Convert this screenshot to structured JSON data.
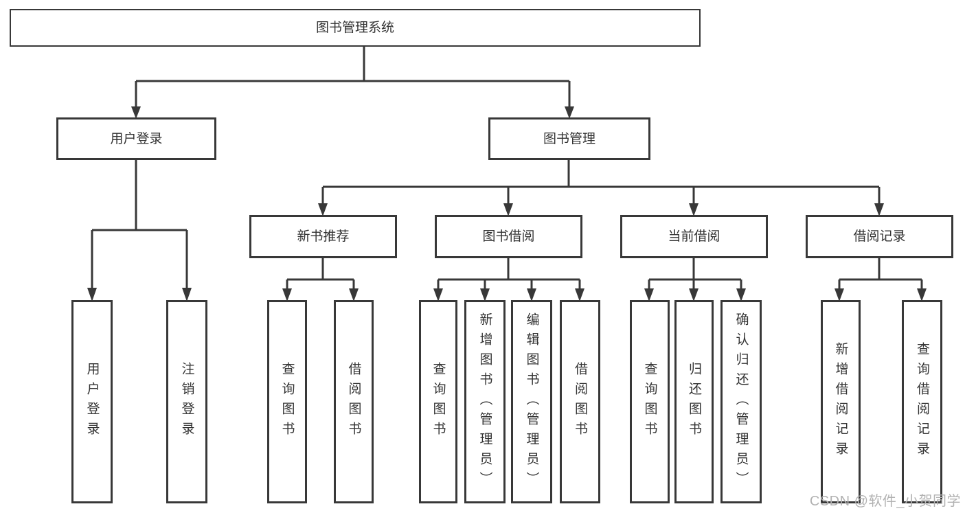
{
  "diagram_title": "图书管理系统",
  "nodes": [
    {
      "id": "root",
      "label": "图书管理系统"
    },
    {
      "id": "user-login",
      "label": "用户登录"
    },
    {
      "id": "book-management",
      "label": "图书管理"
    },
    {
      "id": "new-book-recommend",
      "label": "新书推荐"
    },
    {
      "id": "book-borrow",
      "label": "图书借阅"
    },
    {
      "id": "current-borrow",
      "label": "当前借阅"
    },
    {
      "id": "borrow-records",
      "label": "借阅记录"
    },
    {
      "id": "leaf-user-login",
      "label": "用户登录"
    },
    {
      "id": "leaf-logout",
      "label": "注销登录"
    },
    {
      "id": "leaf-query-books-1",
      "label": "查询图书"
    },
    {
      "id": "leaf-borrow-books-1",
      "label": "借阅图书"
    },
    {
      "id": "leaf-query-books-2",
      "label": "查询图书"
    },
    {
      "id": "leaf-add-book-admin",
      "label": "新增图书（管理员）"
    },
    {
      "id": "leaf-edit-book-admin",
      "label": "编辑图书（管理员）"
    },
    {
      "id": "leaf-borrow-books-2",
      "label": "借阅图书"
    },
    {
      "id": "leaf-query-books-3",
      "label": "查询图书"
    },
    {
      "id": "leaf-return-book",
      "label": "归还图书"
    },
    {
      "id": "leaf-confirm-return-admin",
      "label": "确认归还（管理员）"
    },
    {
      "id": "leaf-add-borrow-record",
      "label": "新增借阅记录"
    },
    {
      "id": "leaf-query-borrow-record",
      "label": "查询借阅记录"
    }
  ],
  "watermark": {
    "text": "CSDN @软件_小贺同学"
  },
  "colors": {
    "line": "#383838",
    "box_border": "#383838",
    "text": "#333333",
    "watermark": "#b2b2b2",
    "background": "#ffffff"
  }
}
